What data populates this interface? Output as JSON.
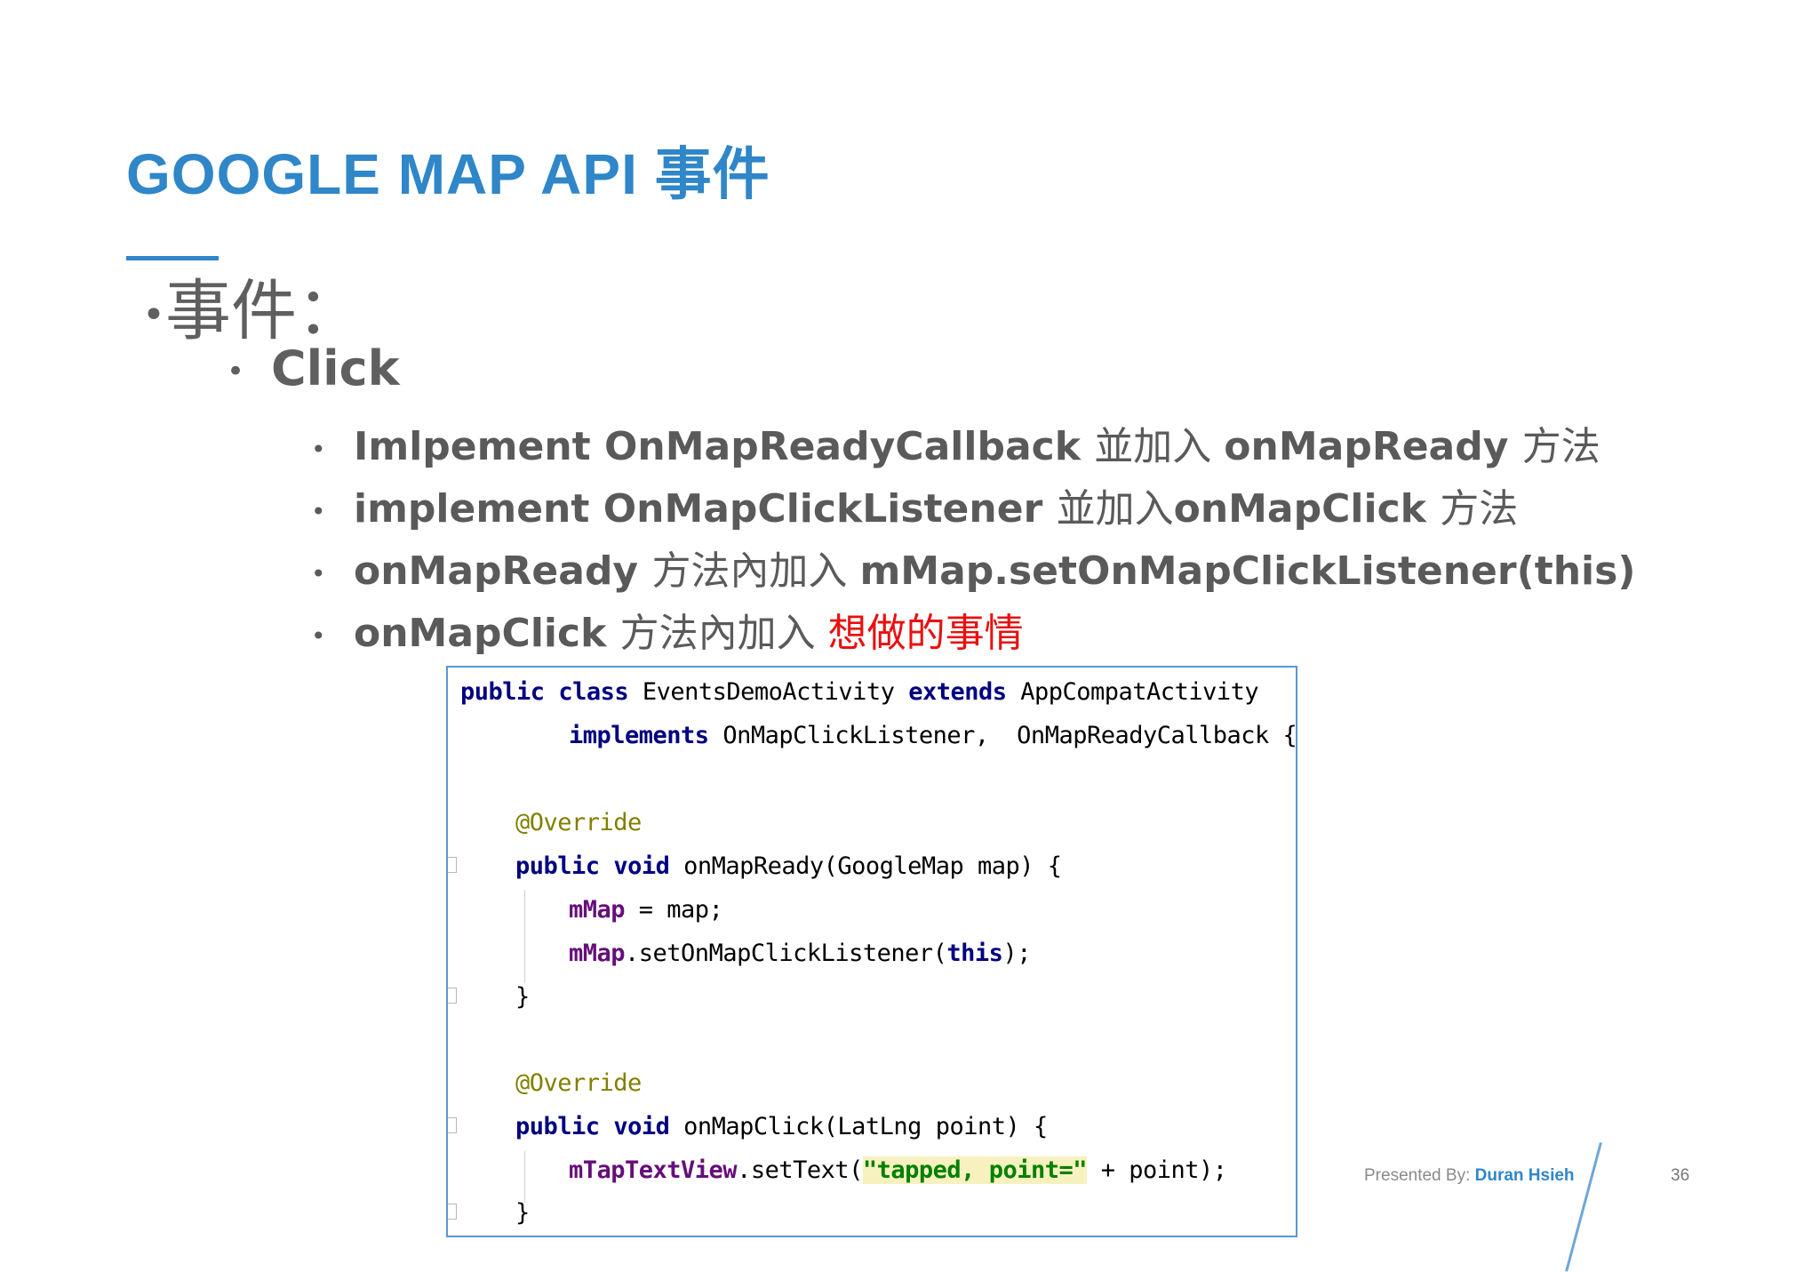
{
  "slide": {
    "title": "GOOGLE MAP API 事件",
    "bullet_level1": "事件：",
    "bullet_level2": "Click",
    "bullets_level3": [
      {
        "a": "Imlpement OnMapReadyCallback ",
        "b": "並加入 ",
        "c": "onMapReady ",
        "d": "方法"
      },
      {
        "a": "implement OnMapClickListener ",
        "b": "並加入",
        "c": "onMapClick ",
        "d": "方法"
      },
      {
        "a": "onMapReady ",
        "b": "方法內加入 ",
        "c": " mMap.setOnMapClickListener(this)",
        "d": ""
      },
      {
        "a": "onMapClick ",
        "b": "方法內加入 ",
        "c": "想做的事情",
        "d": ""
      }
    ]
  },
  "code": {
    "l1": {
      "k1": "public",
      "k2": "class",
      "t1": " EventsDemoActivity ",
      "k3": "extends",
      "t2": " AppCompatActivity"
    },
    "l2": {
      "k1": "implements",
      "t1": " OnMapClickListener,  OnMapReadyCallback {"
    },
    "l4": {
      "ann": "@Override"
    },
    "l5": {
      "k1": "public",
      "k2": "void",
      "t1": " onMapReady(GoogleMap map) {"
    },
    "l6": {
      "f1": "mMap",
      "t1": " = map;"
    },
    "l7": {
      "f1": "mMap",
      "t1": ".setOnMapClickListener(",
      "k1": "this",
      "t2": ");"
    },
    "l8": {
      "t1": "}"
    },
    "l10": {
      "ann": "@Override"
    },
    "l11": {
      "k1": "public",
      "k2": "void",
      "t1": " onMapClick(LatLng point) {"
    },
    "l12": {
      "f1": "mTapTextView",
      "t1": ".setText(",
      "s1": "\"tapped, point=\"",
      "t2": " + point);"
    },
    "l13": {
      "t1": "}"
    }
  },
  "footer": {
    "presented_by": "Presented By: ",
    "author": "Duran Hsieh",
    "page_number": "36"
  },
  "colors": {
    "title_blue": "#2f86c8",
    "emphasis_red": "#e8100f",
    "keyword_navy": "#000080",
    "annotation_olive": "#808000",
    "field_purple": "#660e7a",
    "string_green": "#008000"
  }
}
